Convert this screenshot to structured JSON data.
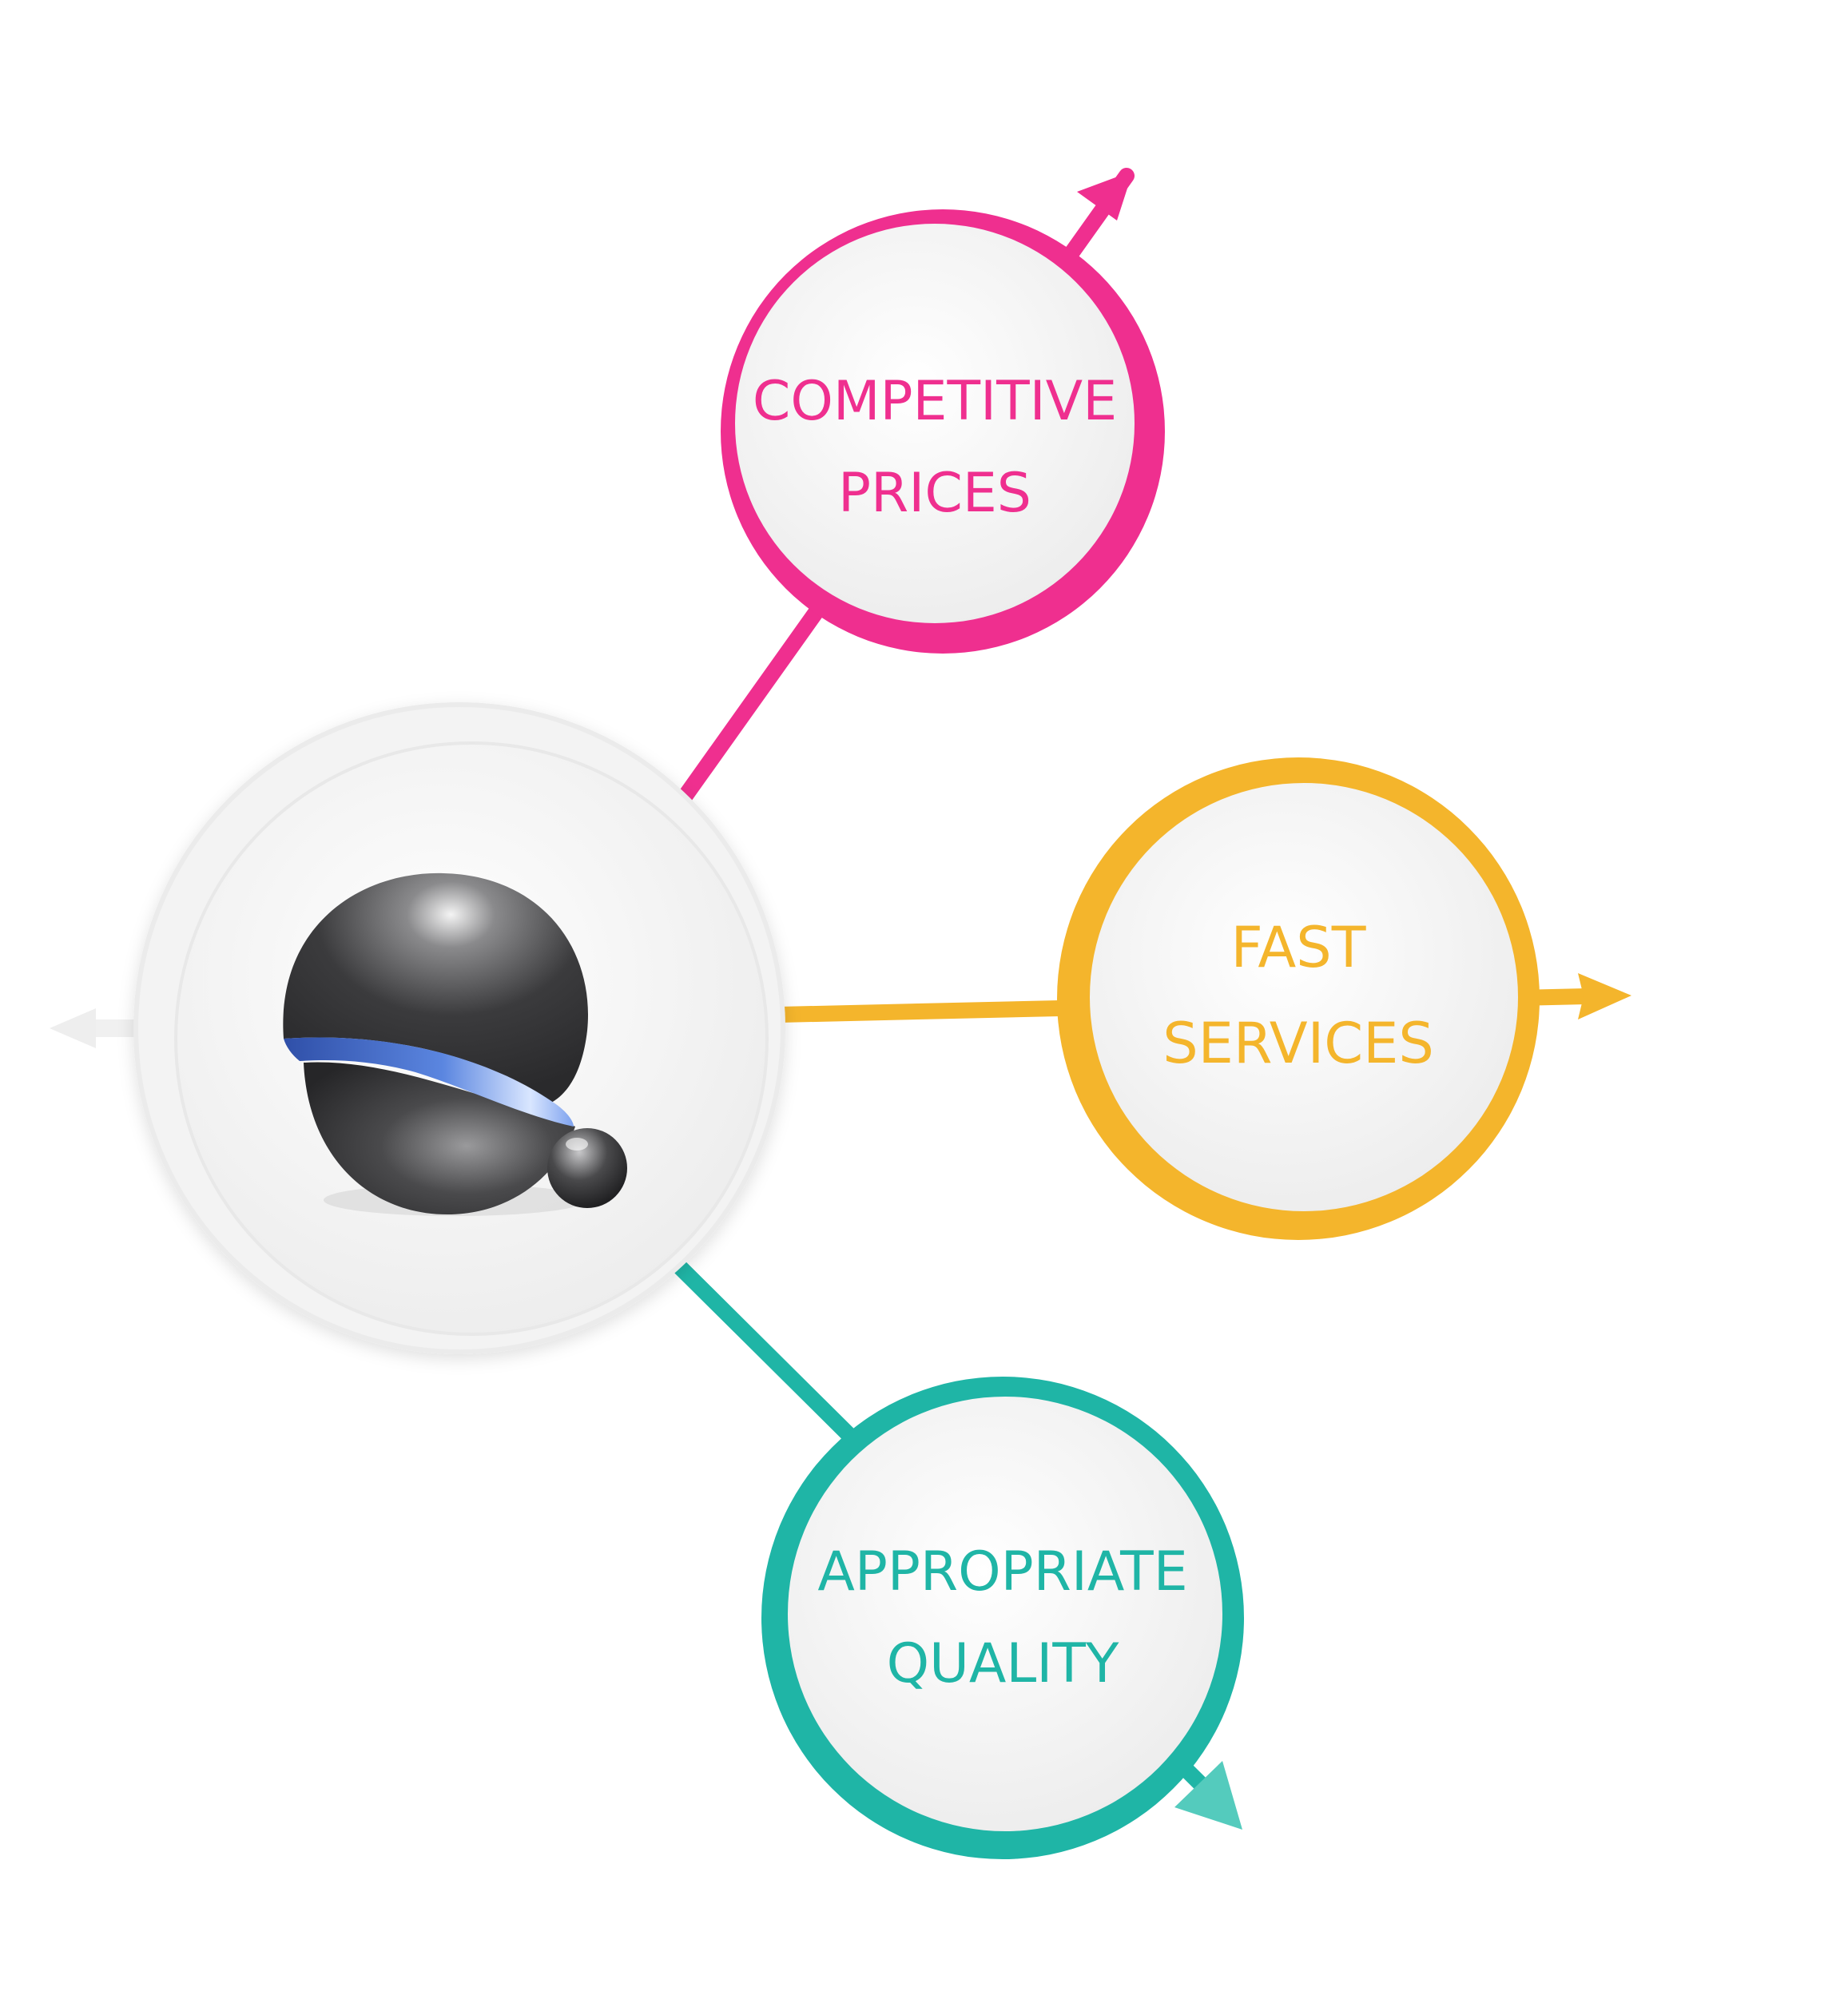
{
  "colors": {
    "background": "#ffffff",
    "pink": "#ef2f8f",
    "yellow": "#f4b52c",
    "teal": "#1fb5a6",
    "hub_ring": "#f1f1f1",
    "logo_dark": "#3d3d3f",
    "logo_blue": "#3e63c8"
  },
  "hub": {
    "logo": "company-logo-spheres"
  },
  "nodes": [
    {
      "id": "competitive-prices",
      "color_key": "pink",
      "lines": [
        "COMPETITIVE",
        "PRICES"
      ]
    },
    {
      "id": "fast-services",
      "color_key": "yellow",
      "lines": [
        "FAST",
        "SERVICES"
      ]
    },
    {
      "id": "appropriate-quality",
      "color_key": "teal",
      "lines": [
        "APPROPRIATE",
        "QUALITY"
      ]
    }
  ]
}
